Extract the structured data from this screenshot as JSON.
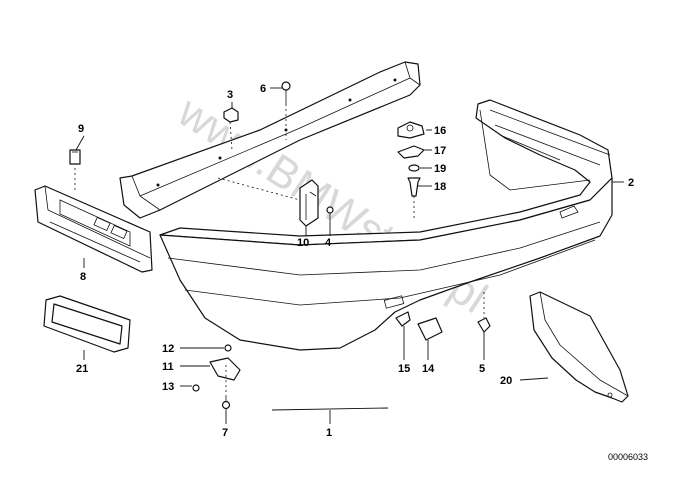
{
  "callouts": [
    {
      "id": "1",
      "label": "1"
    },
    {
      "id": "2",
      "label": "2"
    },
    {
      "id": "3",
      "label": "3"
    },
    {
      "id": "4",
      "label": "4"
    },
    {
      "id": "5",
      "label": "5"
    },
    {
      "id": "6",
      "label": "6"
    },
    {
      "id": "7",
      "label": "7"
    },
    {
      "id": "8",
      "label": "8"
    },
    {
      "id": "9",
      "label": "9"
    },
    {
      "id": "10",
      "label": "10"
    },
    {
      "id": "11",
      "label": "11"
    },
    {
      "id": "12",
      "label": "12"
    },
    {
      "id": "13",
      "label": "13"
    },
    {
      "id": "14",
      "label": "14"
    },
    {
      "id": "15",
      "label": "15"
    },
    {
      "id": "16",
      "label": "16"
    },
    {
      "id": "17",
      "label": "17"
    },
    {
      "id": "18",
      "label": "18"
    },
    {
      "id": "19",
      "label": "19"
    },
    {
      "id": "20",
      "label": "20"
    },
    {
      "id": "21",
      "label": "21"
    }
  ],
  "watermark": "www.BMWstore.pl",
  "diagram_id": "00006033"
}
